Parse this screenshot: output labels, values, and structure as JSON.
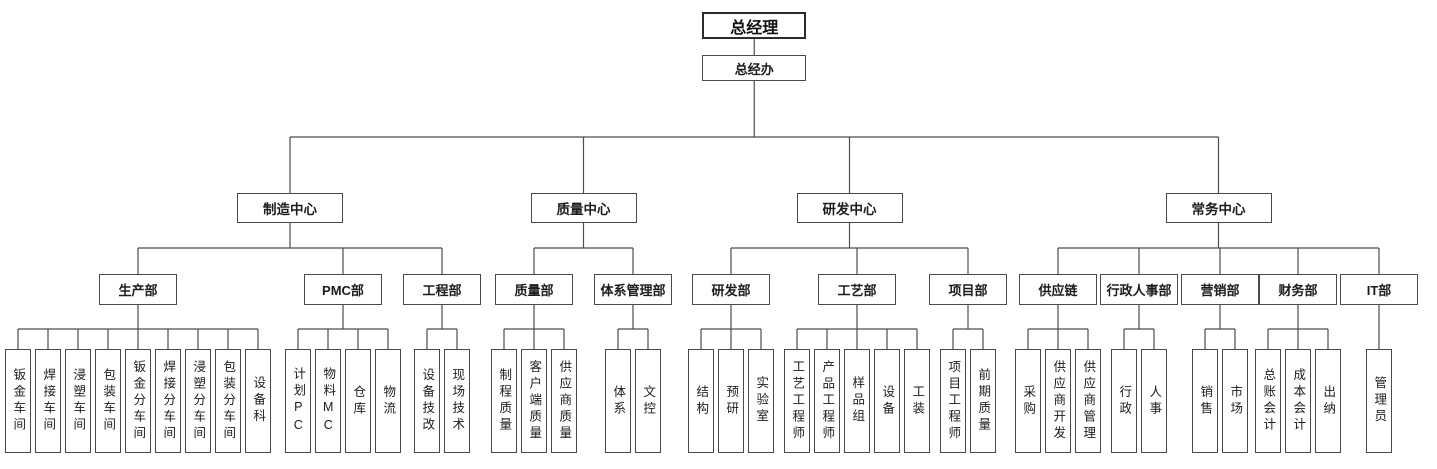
{
  "colors": {
    "background": "#ffffff",
    "box_border": "#4a4a4a",
    "line": "#4d4d4d",
    "text": "#1c1c1c"
  },
  "org": {
    "label": "总经理",
    "children": [
      {
        "label": "总经办",
        "children": [
          {
            "label": "制造中心",
            "children": [
              {
                "label": "生产部",
                "children": [
                  {
                    "label": "钣金车间"
                  },
                  {
                    "label": "焊接车间"
                  },
                  {
                    "label": "浸塑车间"
                  },
                  {
                    "label": "包装车间"
                  },
                  {
                    "label": "钣金分车间"
                  },
                  {
                    "label": "焊接分车间"
                  },
                  {
                    "label": "浸塑分车间"
                  },
                  {
                    "label": "包装分车间"
                  },
                  {
                    "label": "设备科"
                  }
                ]
              },
              {
                "label": "PMC部",
                "children": [
                  {
                    "label": "计划PC"
                  },
                  {
                    "label": "物料MC"
                  },
                  {
                    "label": "仓库"
                  },
                  {
                    "label": "物流"
                  }
                ]
              },
              {
                "label": "工程部",
                "children": [
                  {
                    "label": "设备技改"
                  },
                  {
                    "label": "现场技术"
                  }
                ]
              }
            ]
          },
          {
            "label": "质量中心",
            "children": [
              {
                "label": "质量部",
                "children": [
                  {
                    "label": "制程质量"
                  },
                  {
                    "label": "客户端质量"
                  },
                  {
                    "label": "供应商质量"
                  }
                ]
              },
              {
                "label": "体系管理部",
                "children": [
                  {
                    "label": "体系"
                  },
                  {
                    "label": "文控"
                  }
                ]
              }
            ]
          },
          {
            "label": "研发中心",
            "children": [
              {
                "label": "研发部",
                "children": [
                  {
                    "label": "结构"
                  },
                  {
                    "label": "预研"
                  },
                  {
                    "label": "实验室"
                  }
                ]
              },
              {
                "label": "工艺部",
                "children": [
                  {
                    "label": "工艺工程师"
                  },
                  {
                    "label": "产品工程师"
                  },
                  {
                    "label": "样品组"
                  },
                  {
                    "label": "设备"
                  },
                  {
                    "label": "工装"
                  }
                ]
              },
              {
                "label": "项目部",
                "children": [
                  {
                    "label": "项目工程师"
                  },
                  {
                    "label": "前期质量"
                  }
                ]
              }
            ]
          },
          {
            "label": "常务中心",
            "children": [
              {
                "label": "供应链",
                "children": [
                  {
                    "label": "采购"
                  },
                  {
                    "label": "供应商开发"
                  },
                  {
                    "label": "供应商管理"
                  }
                ]
              },
              {
                "label": "行政人事部",
                "children": [
                  {
                    "label": "行政"
                  },
                  {
                    "label": "人事"
                  }
                ]
              },
              {
                "label": "营销部",
                "children": [
                  {
                    "label": "销售"
                  },
                  {
                    "label": "市场"
                  }
                ]
              },
              {
                "label": "财务部",
                "children": [
                  {
                    "label": "总账会计"
                  },
                  {
                    "label": "成本会计"
                  },
                  {
                    "label": "出纳"
                  }
                ]
              },
              {
                "label": "IT部",
                "children": [
                  {
                    "label": "管理员"
                  }
                ]
              }
            ]
          }
        ]
      }
    ]
  }
}
